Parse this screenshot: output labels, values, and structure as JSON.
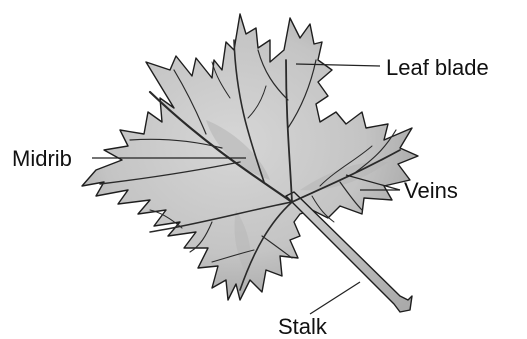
{
  "labels": {
    "leaf_blade": "Leaf blade",
    "midrib": "Midrib",
    "veins": "Veins",
    "stalk": "Stalk"
  },
  "colors": {
    "leaf_fill": "#c9c9c9",
    "leaf_shade": "#a9a9a9",
    "outline": "#1e1e1e",
    "text": "#111111"
  }
}
